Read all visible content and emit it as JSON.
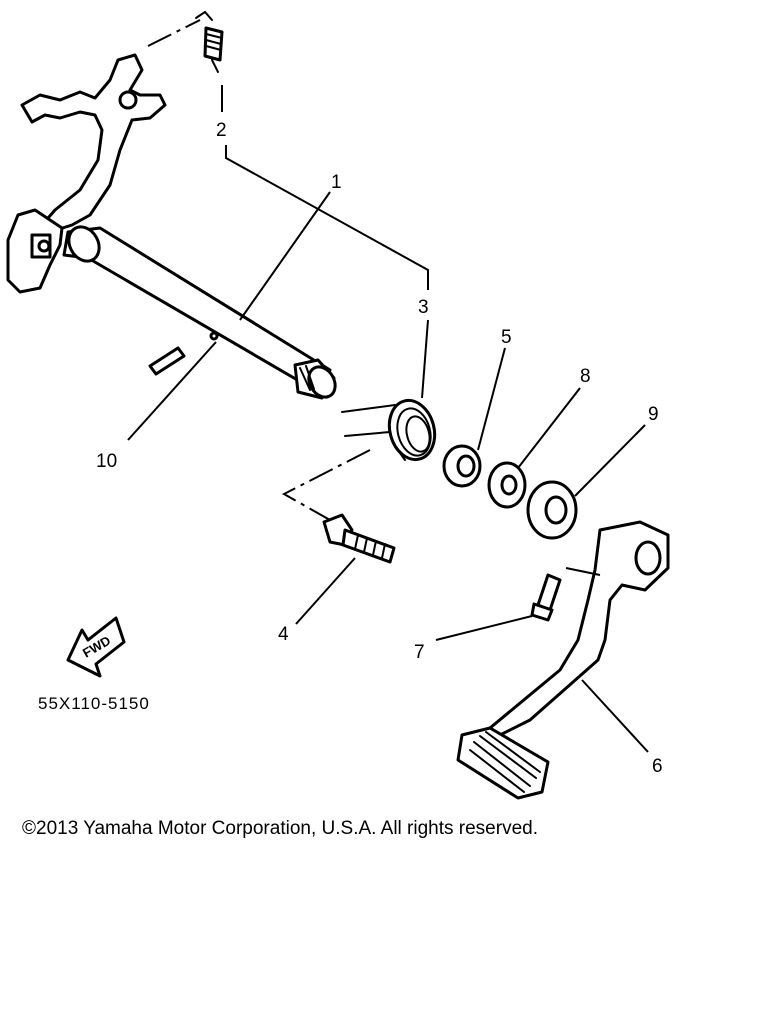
{
  "diagram": {
    "callouts": [
      "1",
      "2",
      "3",
      "4",
      "5",
      "6",
      "7",
      "8",
      "9",
      "10"
    ],
    "drawing_code": "55X110-5150",
    "fwd_label": "FWD"
  },
  "footer": {
    "copyright": "©2013 Yamaha Motor Corporation, U.S.A. All rights reserved."
  }
}
